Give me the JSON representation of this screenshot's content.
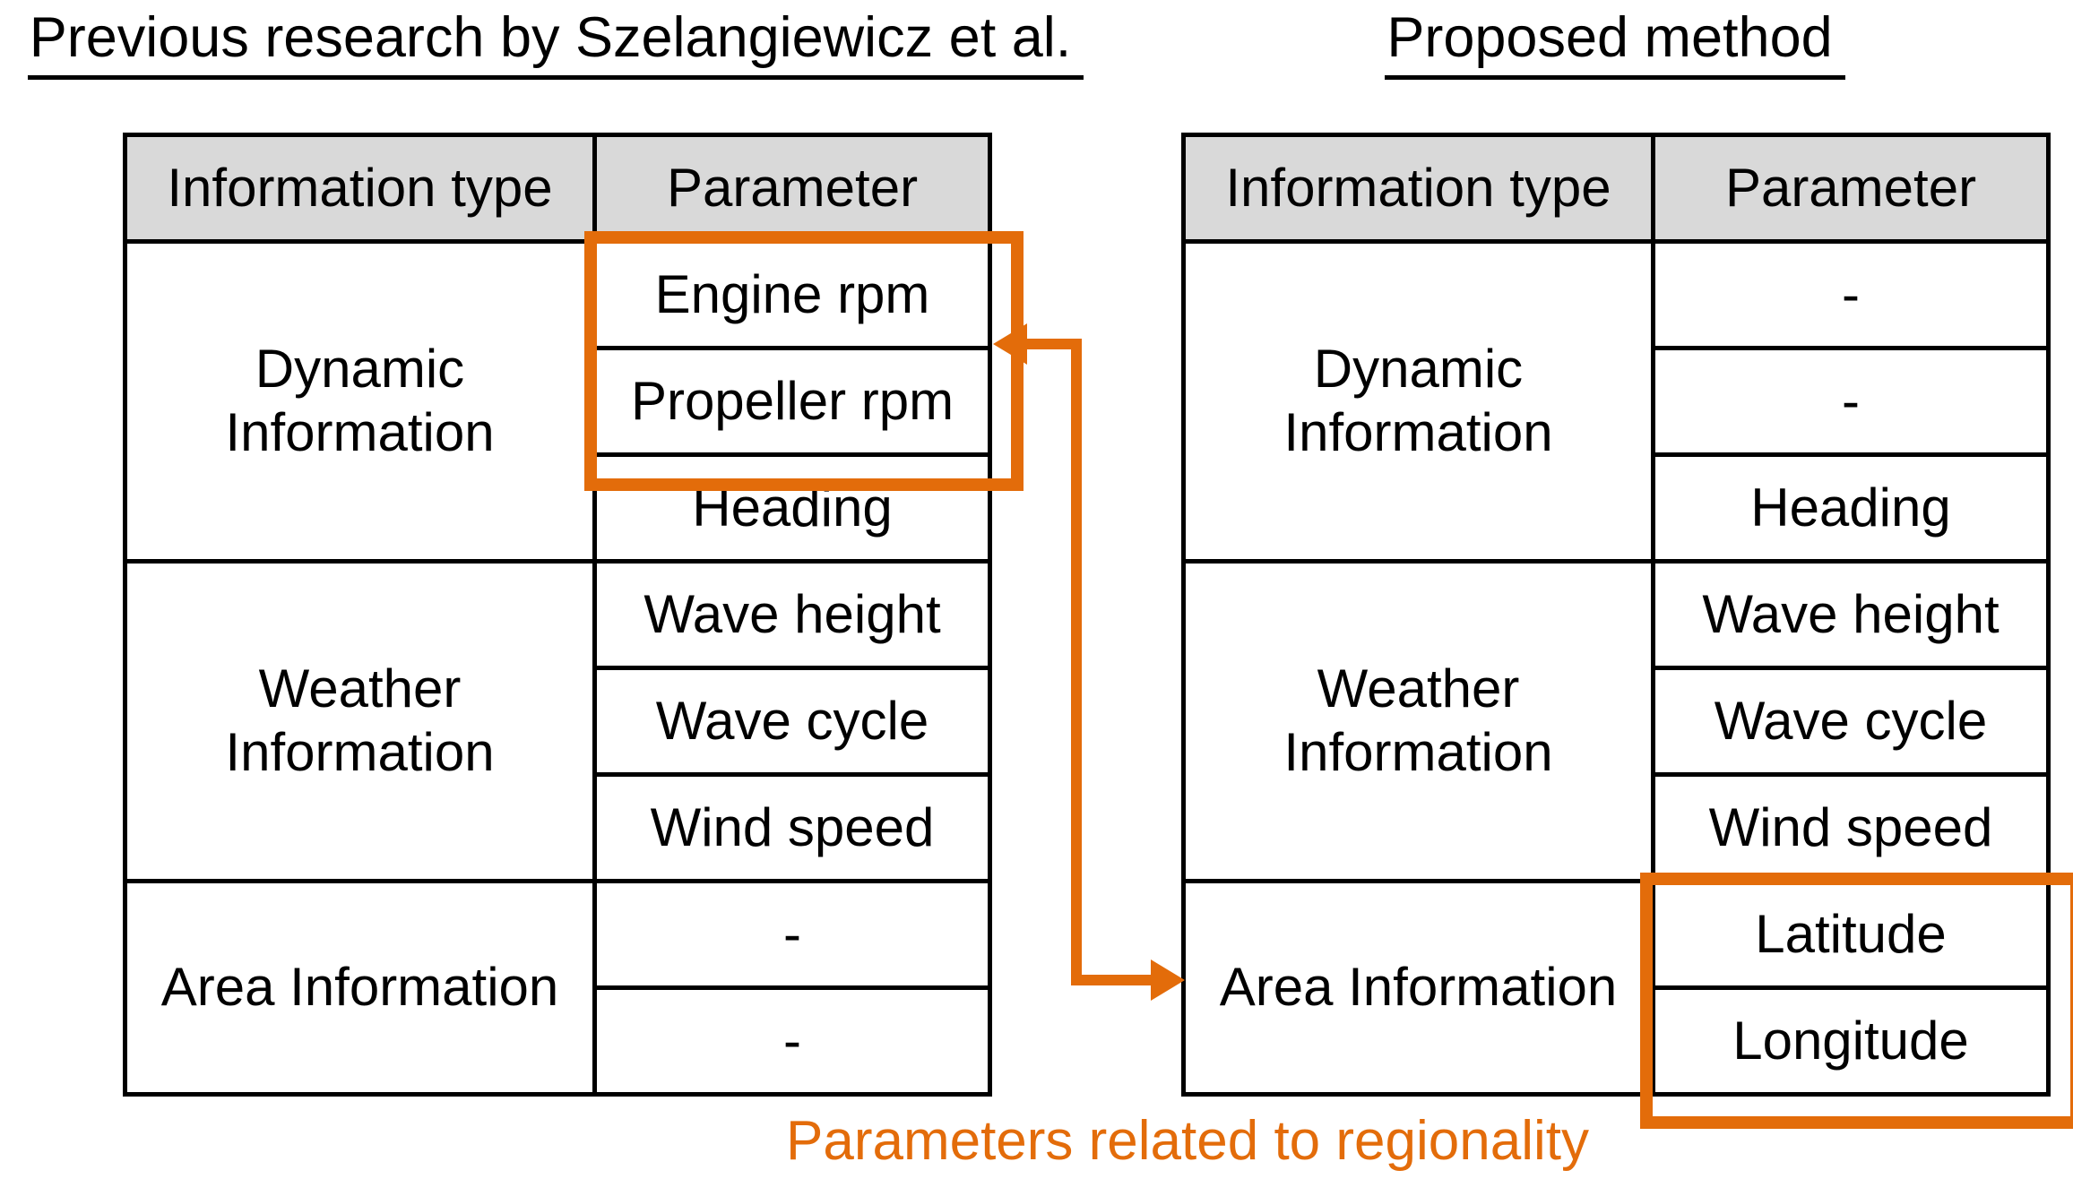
{
  "titles": {
    "left": "Previous research by Szelangiewicz et al.",
    "right": "Proposed method"
  },
  "left_table": {
    "headers": [
      "Information type",
      "Parameter"
    ],
    "groups": [
      {
        "label": "Dynamic Information",
        "params": [
          "Engine rpm",
          "Propeller rpm",
          "Heading"
        ]
      },
      {
        "label": "Weather Information",
        "params": [
          "Wave height",
          "Wave cycle",
          "Wind speed"
        ]
      },
      {
        "label": "Area Information",
        "params": [
          "-",
          "-"
        ]
      }
    ]
  },
  "right_table": {
    "headers": [
      "Information type",
      "Parameter"
    ],
    "groups": [
      {
        "label": "Dynamic Information",
        "params": [
          "-",
          "-",
          "Heading"
        ]
      },
      {
        "label": "Weather Information",
        "params": [
          "Wave height",
          "Wave cycle",
          "Wind speed"
        ]
      },
      {
        "label": "Area Information",
        "params": [
          "Latitude",
          "Longitude"
        ]
      }
    ]
  },
  "highlights": {
    "left_box_params": [
      "Engine rpm",
      "Propeller rpm"
    ],
    "right_box_params": [
      "Latitude",
      "Longitude"
    ]
  },
  "caption": "Parameters related to regionality",
  "colors": {
    "accent_orange": "#E36C0A",
    "header_gray": "#D9D9D9",
    "border_black": "#000000",
    "background": "#FFFFFF"
  }
}
